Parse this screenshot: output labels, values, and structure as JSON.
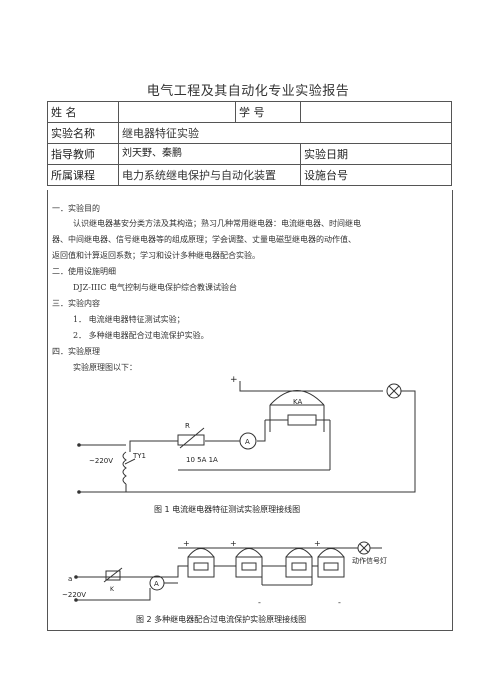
{
  "title": "电气工程及其自动化专业实验报告",
  "info": {
    "name_label": "姓    名",
    "id_label": "学    号",
    "exp_name_label": "实验名称",
    "exp_name_value": "继电器特征实验",
    "teacher_label": "指导教师",
    "teacher_value": "刘天野、秦鹏",
    "date_label": "实验日期",
    "course_label": "所属课程",
    "course_value": "电力系统继电保护与自动化装置",
    "bench_label": "设施台号"
  },
  "content": {
    "s1_head": "一．实验目的",
    "s1_p1": "认识继电器基安分类方法及其构造；熟习几种常用继电器：电流继电器、时间继电",
    "s1_p2": "器、中间继电器、信号继电器等的组成原理；学会调整、丈量电磁型继电器的动作值、",
    "s1_p3": "返回值和计算返回系数；学习和设计多种继电器配合实验。",
    "s2_head": "二．使用设施明细",
    "s2_item": "DJZ-IIIC  电气控制与继电保护综合教课试验台",
    "s3_head": "三．实验内容",
    "s3_item1": "1．  电流继电器特征测试实验；",
    "s3_item2": "2．  多种继电器配合过电流保护实验。",
    "s4_head": "四．实验原理",
    "s4_text": "实验原理图以下："
  },
  "fig1": {
    "plus": "+",
    "ka": "KA",
    "r": "R",
    "a": "A",
    "ty1": "TY1",
    "v220": "~220V",
    "taps": "10    5A    1A",
    "caption": "图 1  电流继电器特征测试实验原理接线图"
  },
  "fig2": {
    "plus1": "+",
    "plus2": "+",
    "plus3": "+",
    "minus1": "-",
    "minus2": "-",
    "lamp_label": "动作信号灯",
    "a": "A",
    "k": "K",
    "v220": "~220V",
    "terminal_a": "a",
    "caption": "图 2      多种继电器配合过电流保护实验原理接线图"
  }
}
